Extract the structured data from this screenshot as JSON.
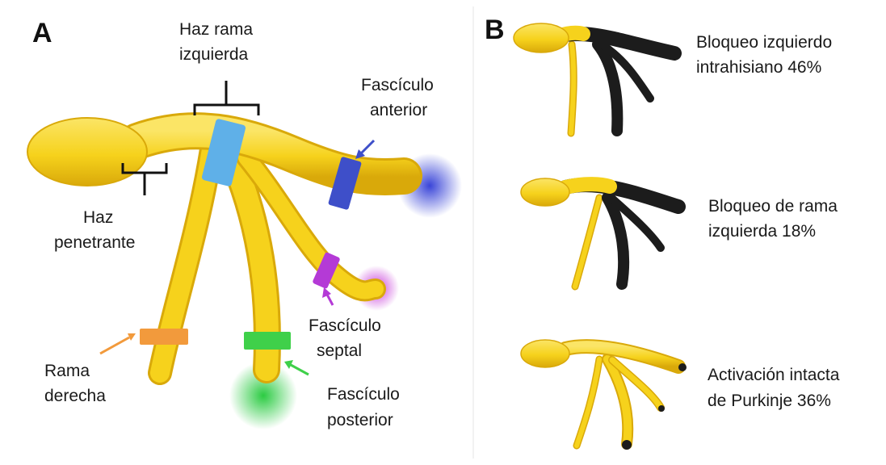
{
  "panel_a": {
    "letter": "A",
    "labels": {
      "haz_rama_izquierda_1": "Haz rama",
      "haz_rama_izquierda_2": "izquierda",
      "fasciculo_anterior_1": "Fascículo",
      "fasciculo_anterior_2": "anterior",
      "haz_penetrante_1": "Haz",
      "haz_penetrante_2": "penetrante",
      "fasciculo_septal_1": "Fascículo",
      "fasciculo_septal_2": "septal",
      "rama_derecha_1": "Rama",
      "rama_derecha_2": "derecha",
      "fasciculo_posterior_1": "Fascículo",
      "fasciculo_posterior_2": "posterior"
    }
  },
  "panel_b": {
    "letter": "B",
    "items": [
      {
        "line1": "Bloqueo izquierdo",
        "line2": "intrahisiano 46%",
        "percent": 46
      },
      {
        "line1": "Bloqueo de rama",
        "line2": "izquierda 18%",
        "percent": 18
      },
      {
        "line1": "Activación intacta",
        "line2": "de Purkinje 36%",
        "percent": 36
      }
    ]
  },
  "colors": {
    "bundle_yellow": "#f6d21c",
    "bundle_shadow": "#d9a90a",
    "blocked_black": "#1c1c1c",
    "band_blue_light": "#5fb0e8",
    "band_blue_dark": "#3e4fc9",
    "band_purple": "#b43ad6",
    "band_green": "#3fd04a",
    "band_orange": "#f29a3c"
  }
}
